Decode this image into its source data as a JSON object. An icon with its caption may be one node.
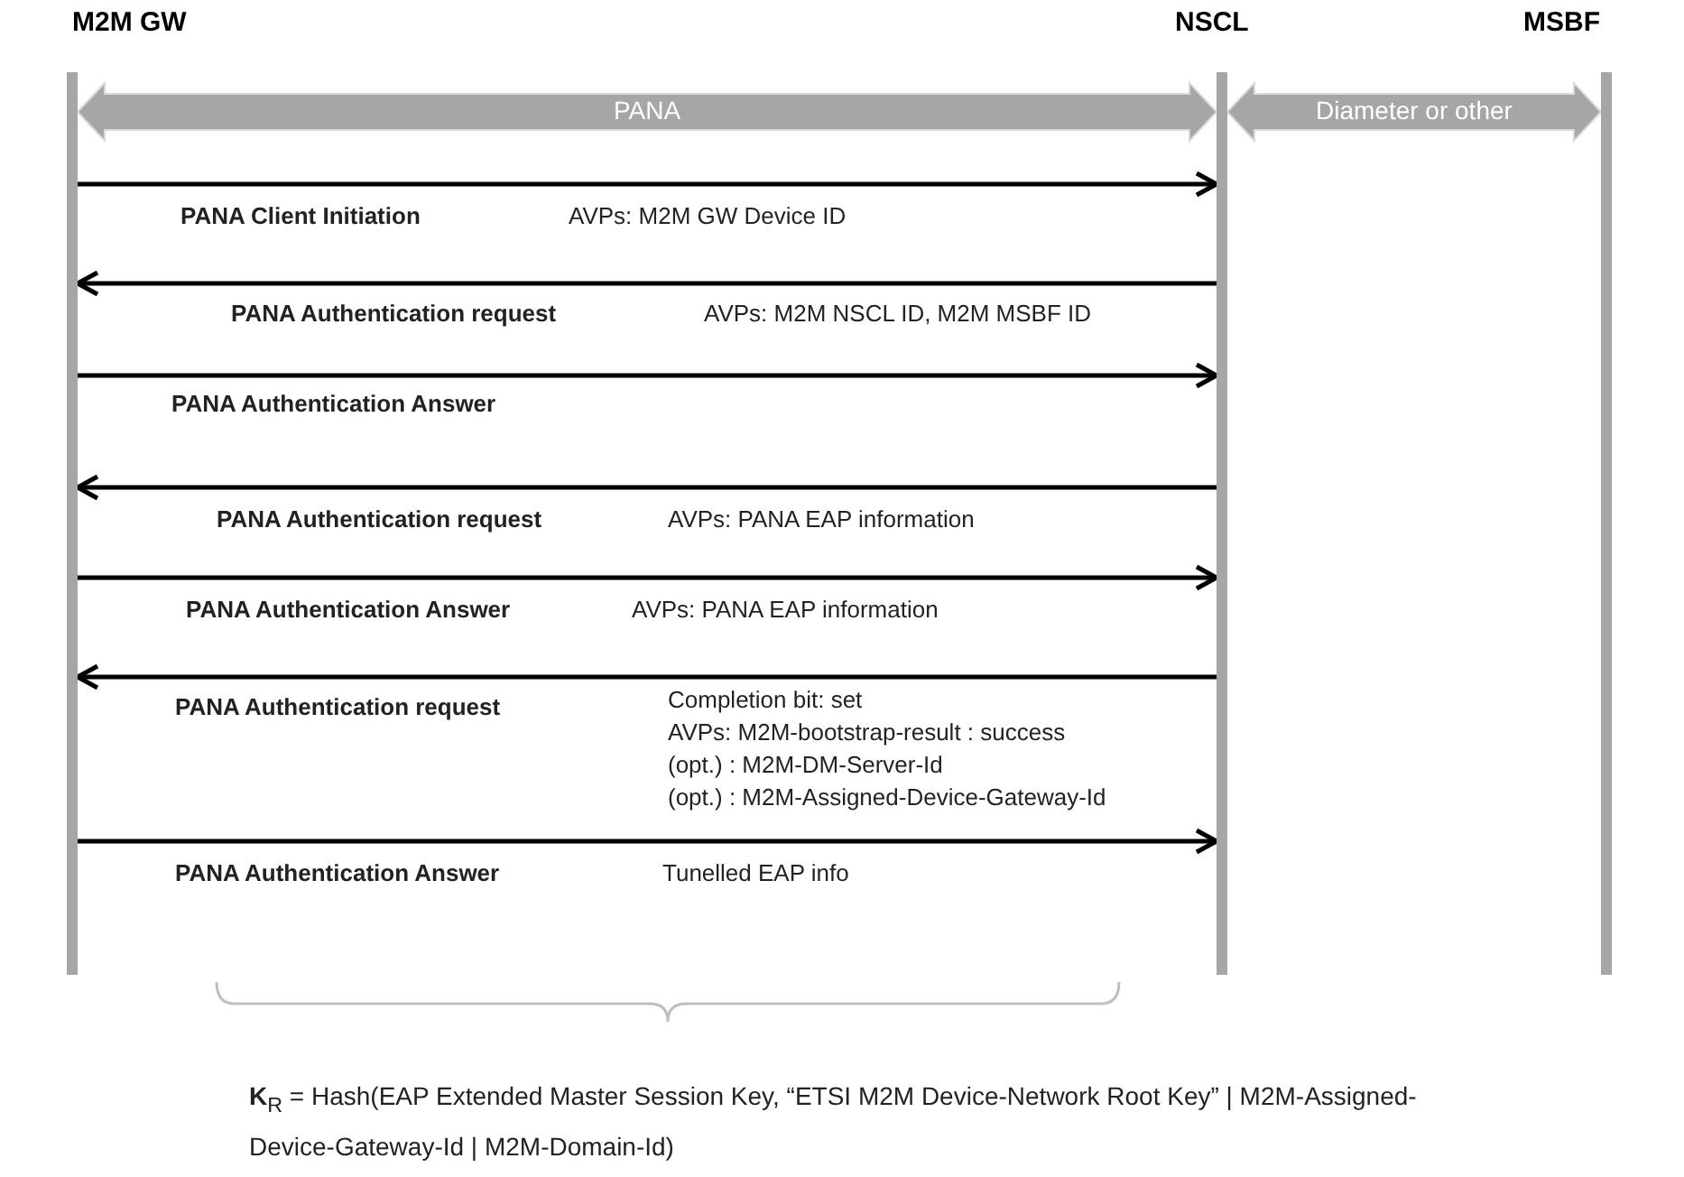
{
  "diagram": {
    "nodes": [
      {
        "text": [
          "M2M GW"
        ]
      },
      {
        "text": [
          "NSCL"
        ]
      },
      {
        "text": [
          "MSBF"
        ]
      }
    ],
    "edges": [
      {
        "from": 0,
        "to": 1,
        "arrow": "both",
        "label": "PANA",
        "style": "thick",
        "color": "#a6a6a6"
      },
      {
        "from": 1,
        "to": 2,
        "arrow": "both",
        "label": "Diameter or other",
        "style": "thick",
        "color": "#a6a6a6"
      },
      {
        "from": 0,
        "to": 1,
        "arrow": "to",
        "label": "PANA Client Initiation"
      },
      {
        "from": 1,
        "to": 0,
        "arrow": "to",
        "label": "PANA Authentication request"
      },
      {
        "from": 0,
        "to": 1,
        "arrow": "to",
        "label": "PANA Authentication Answer"
      },
      {
        "from": 1,
        "to": 0,
        "arrow": "to",
        "label": "PANA Authentication request"
      },
      {
        "from": 0,
        "to": 1,
        "arrow": "to",
        "label": "PANA Authentication Answer"
      },
      {
        "from": 1,
        "to": 0,
        "arrow": "to",
        "label": "PANA Authentication request"
      },
      {
        "from": 0,
        "to": 1,
        "arrow": "to",
        "label": "PANA Authentication Answer"
      }
    ],
    "labels": [
      "AVPs: M2M GW Device ID",
      "AVPs: M2M NSCL ID, M2M MSBF ID",
      "AVPs: PANA EAP information",
      "AVPs: PANA EAP information",
      "Completion bit: set",
      "AVPs: M2M-bootstrap-result : success",
      "(opt.) : M2M-DM-Server-Id",
      "(opt.) : M2M-Assigned-Device-Gateway-Id",
      "Tunelled EAP info",
      "**K**$_{R}$ = Hash(EAP Extended Master Session Key, “ETSI M2M Device-Network Root Key” | M2M-Assigned-Device-Gateway-Id | M2M-Domain-Id)"
    ]
  }
}
